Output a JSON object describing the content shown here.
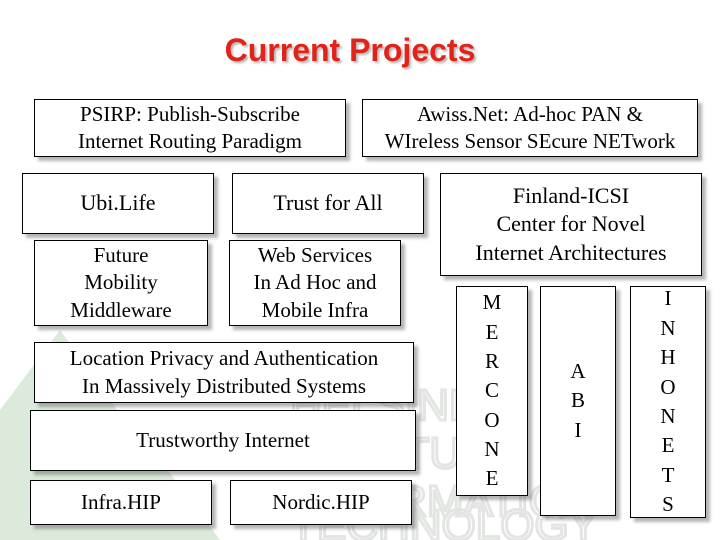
{
  "slide": {
    "title": "Current Projects",
    "projects": {
      "psirp": "PSIRP: Publish-Subscribe\nInternet Routing Paradigm",
      "awissnet": "Awiss.Net: Ad-hoc PAN &\nWIreless Sensor SEcure NETwork",
      "ubilife": "Ubi.Life",
      "trust_for_all": "Trust for All",
      "finland_icsi": "Finland-ICSI\nCenter for Novel\nInternet Architectures",
      "future_mobility": "Future\nMobility\nMiddleware",
      "web_services": "Web Services\nIn Ad Hoc and\nMobile Infra",
      "location_privacy": "Location Privacy and Authentication\nIn Massively Distributed Systems",
      "trustworthy_internet": "Trustworthy Internet",
      "infrahip": "Infra.HIP",
      "nordichip": "Nordic.HIP",
      "mercone": "M\nE\nR\nC\nO\nN\nE",
      "abi": "A\nB\nI",
      "inhonets": "I\nN\nH\nO\nN\nE\nT\nS"
    },
    "colors": {
      "title": "#e2231a",
      "watermark": "#dfe3df",
      "watermark_logo": "#cfe3cf"
    }
  }
}
